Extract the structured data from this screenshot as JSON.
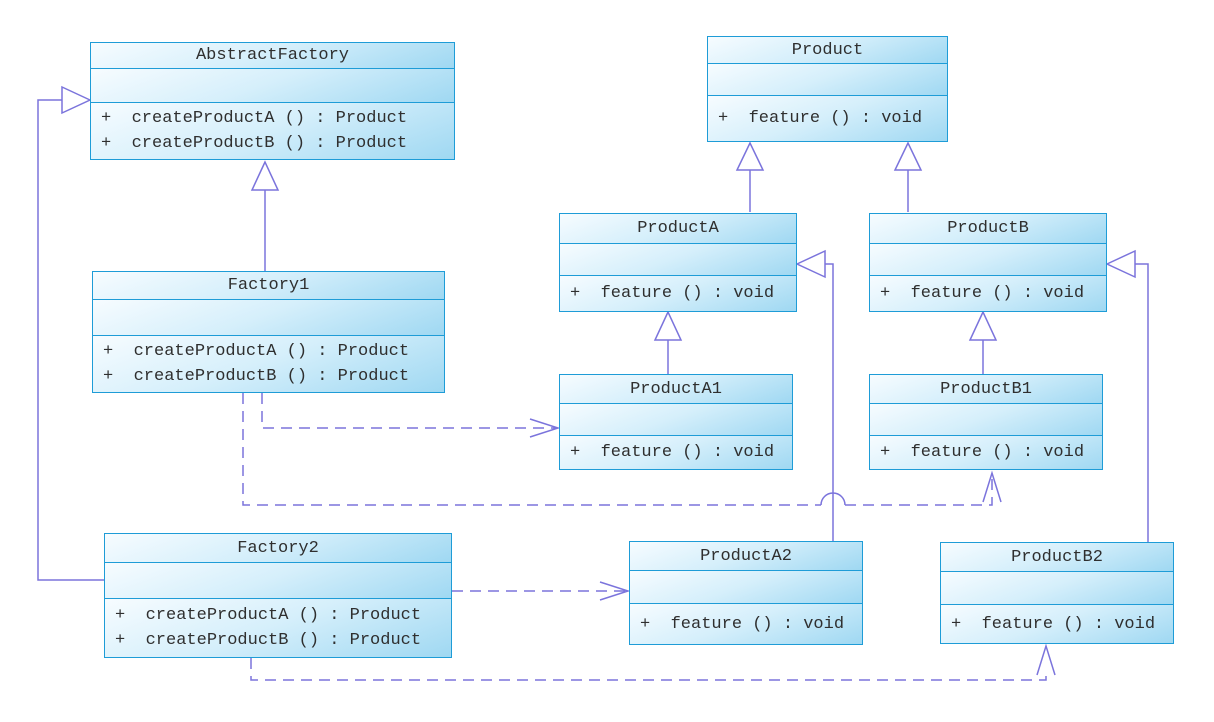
{
  "colors": {
    "box_border": "#1e9cd7",
    "box_fill_light": "#f7fcff",
    "box_fill_dark": "#9fd8f2",
    "connector": "#7b74dc",
    "text": "#2f2f2f"
  },
  "classes": [
    {
      "name": "AbstractFactory",
      "attributes": [],
      "methods": [
        "+  createProductA () : Product",
        "+  createProductB () : Product"
      ]
    },
    {
      "name": "Product",
      "attributes": [],
      "methods": [
        "+  feature () : void"
      ]
    },
    {
      "name": "ProductA",
      "attributes": [],
      "methods": [
        "+  feature () : void"
      ]
    },
    {
      "name": "ProductB",
      "attributes": [],
      "methods": [
        "+  feature () : void"
      ]
    },
    {
      "name": "Factory1",
      "attributes": [],
      "methods": [
        "+  createProductA () : Product",
        "+  createProductB () : Product"
      ]
    },
    {
      "name": "ProductA1",
      "attributes": [],
      "methods": [
        "+  feature () : void"
      ]
    },
    {
      "name": "ProductB1",
      "attributes": [],
      "methods": [
        "+  feature () : void"
      ]
    },
    {
      "name": "Factory2",
      "attributes": [],
      "methods": [
        "+  createProductA () : Product",
        "+  createProductB () : Product"
      ]
    },
    {
      "name": "ProductA2",
      "attributes": [],
      "methods": [
        "+  feature () : void"
      ]
    },
    {
      "name": "ProductB2",
      "attributes": [],
      "methods": [
        "+  feature () : void"
      ]
    }
  ],
  "relationships": [
    {
      "type": "generalization",
      "from": "Factory1",
      "to": "AbstractFactory"
    },
    {
      "type": "generalization",
      "from": "Factory2",
      "to": "AbstractFactory"
    },
    {
      "type": "generalization",
      "from": "ProductA",
      "to": "Product"
    },
    {
      "type": "generalization",
      "from": "ProductB",
      "to": "Product"
    },
    {
      "type": "generalization",
      "from": "ProductA1",
      "to": "ProductA"
    },
    {
      "type": "generalization",
      "from": "ProductA2",
      "to": "ProductA"
    },
    {
      "type": "generalization",
      "from": "ProductB1",
      "to": "ProductB"
    },
    {
      "type": "generalization",
      "from": "ProductB2",
      "to": "ProductB"
    },
    {
      "type": "dependency",
      "from": "Factory1",
      "to": "ProductA1"
    },
    {
      "type": "dependency",
      "from": "Factory1",
      "to": "ProductB1"
    },
    {
      "type": "dependency",
      "from": "Factory2",
      "to": "ProductA2"
    },
    {
      "type": "dependency",
      "from": "Factory2",
      "to": "ProductB2"
    }
  ]
}
